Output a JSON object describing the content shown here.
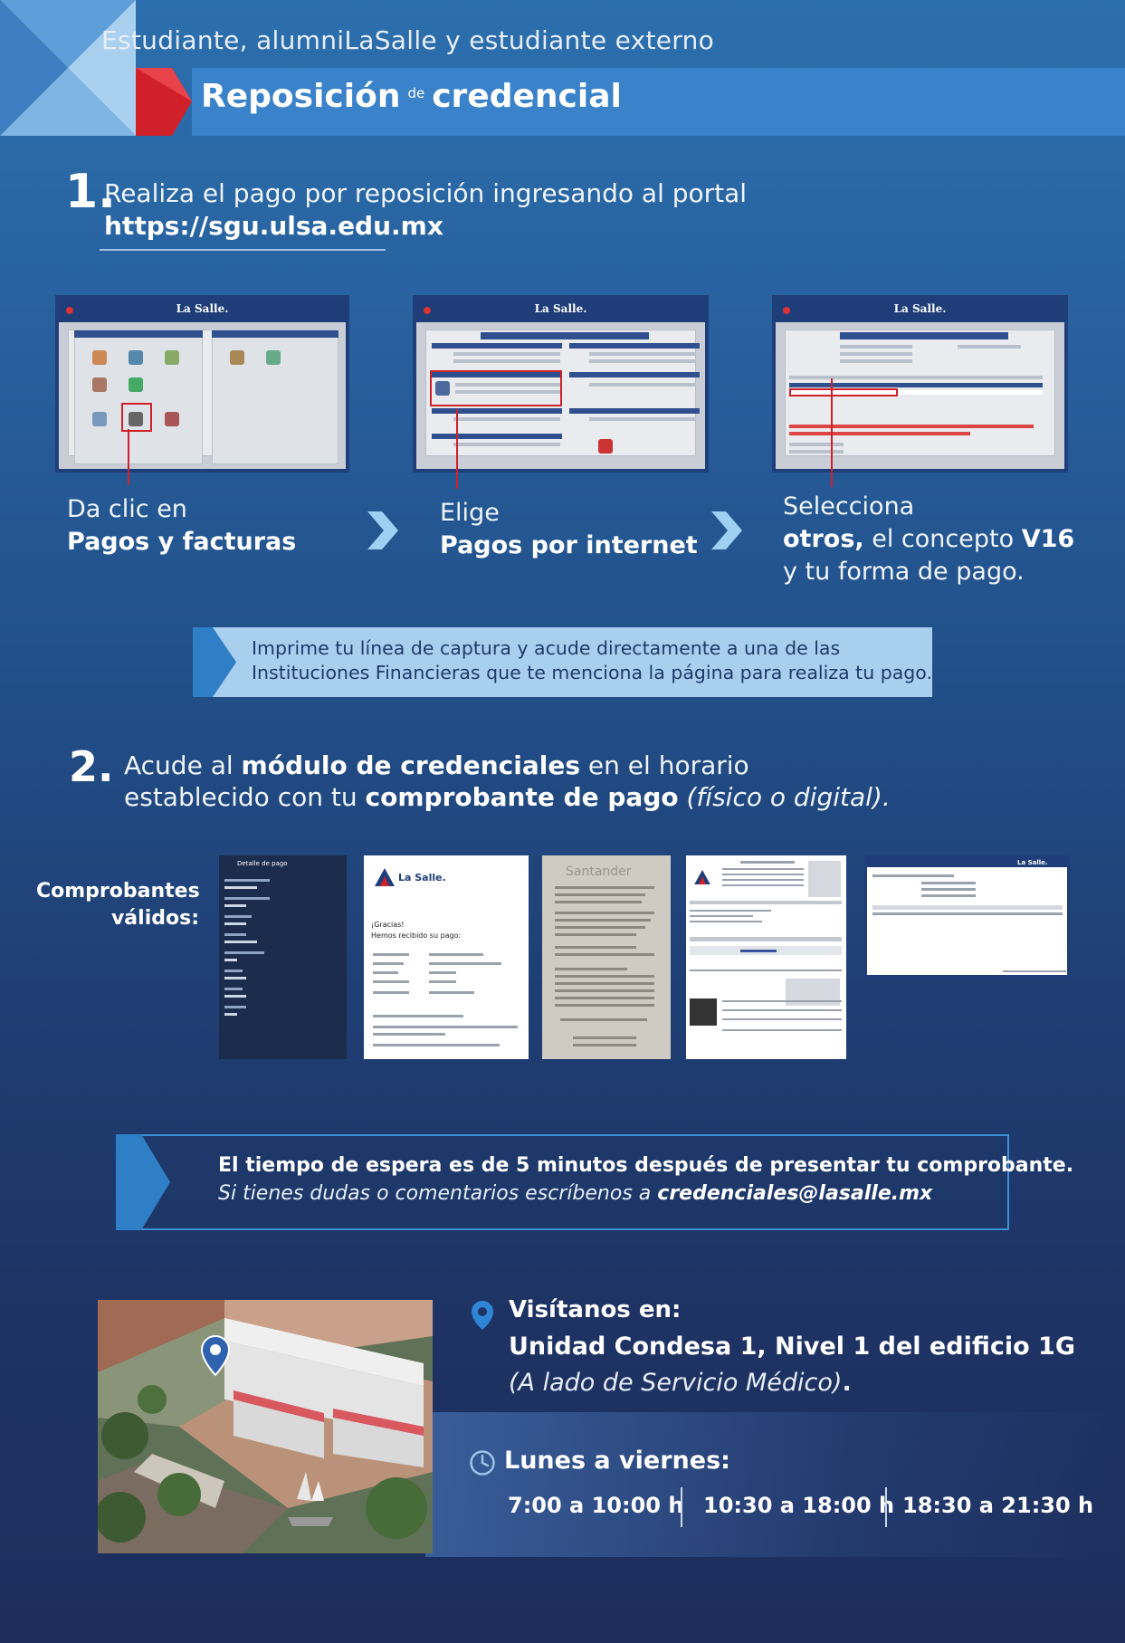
{
  "header": {
    "subtitle": "Estudiante, alumniLaSalle y estudiante externo",
    "title_part1": "Reposición",
    "title_de": "de",
    "title_part2": "credencial"
  },
  "step1": {
    "number": "1.",
    "line1": "Realiza el pago por reposición ingresando al portal",
    "url": "https://sgu.ulsa.edu.mx"
  },
  "screens": {
    "logo": "La Salle."
  },
  "captions": {
    "c1_line1": "Da clic en",
    "c1_line2": "Pagos y facturas",
    "c2_line1": "Elige",
    "c2_line2": "Pagos por internet",
    "c3_line1": "Selecciona",
    "c3_bold1": "otros,",
    "c3_mid": " el concepto ",
    "c3_bold2": "V16",
    "c3_line3": "y tu forma de pago."
  },
  "band1": {
    "line1": "Imprime tu línea de captura y acude directamente a una de las",
    "line2": "Instituciones Financieras que te menciona la página para realiza tu pago."
  },
  "step2": {
    "number": "2.",
    "pre1": "Acude al ",
    "bold1": "módulo de credenciales",
    "post1": " en el horario",
    "pre2": "establecido con tu ",
    "bold2": "comprobante de pago",
    "italic2": " (físico o digital)."
  },
  "comprobantes": {
    "label_line1": "Comprobantes",
    "label_line2": "válidos:",
    "phone_header": "Detalle de pago",
    "gracias": "¡Gracias!",
    "hemos": "Hemos recibido su pago:",
    "santander": "Santander"
  },
  "band2": {
    "line1": "El tiempo de espera es de 5 minutos después de presentar tu comprobante.",
    "line2_pre": "Si tienes dudas o comentarios escríbenos a ",
    "email": "credenciales@lasalle.mx"
  },
  "location": {
    "title": "Visítanos en:",
    "address": "Unidad Condesa 1, Nivel 1 del edificio 1G",
    "note_open": "(A lado de Servicio Médico)",
    "note_close": "."
  },
  "schedule": {
    "days": "Lunes a viernes:",
    "hours": [
      "7:00 a 10:00 h",
      "10:30 a 18:00 h",
      "18:30 a 21:30 h"
    ]
  },
  "colors": {
    "accent_red": "#d0202a",
    "band_light": "#a9cfee",
    "band_border": "#3e8fd3",
    "navy": "#1f3e79"
  }
}
